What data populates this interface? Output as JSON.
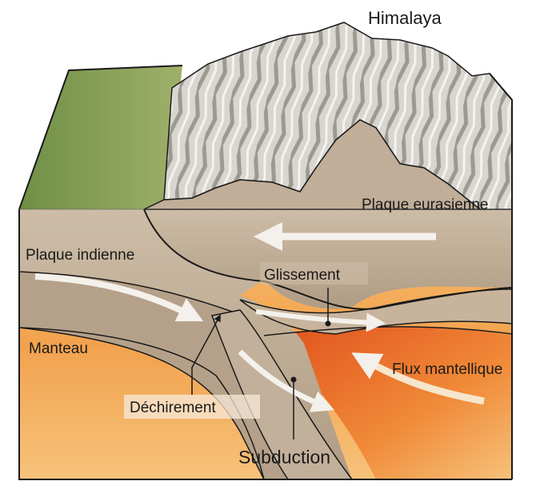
{
  "labels": {
    "himalaya": "Himalaya",
    "plaque_eurasienne": "Plaque eurasienne",
    "plaque_indienne": "Plaque indienne",
    "glissement": "Glissement",
    "manteau": "Manteau",
    "flux_mantellique": "Flux mantellique",
    "dechirement": "Déchirement",
    "subduction": "Subduction"
  },
  "colors": {
    "plain_green": "#8aa35c",
    "crust": "#b8a48c",
    "crust_light": "#c9b8a2",
    "mantle": "#f0a050",
    "mantle_deep": "#e8782a",
    "mountain_light": "#d8d6d0",
    "mountain_dark": "#6e6a62",
    "outline": "#1a1a1a",
    "arrow": "#f4f1ec"
  }
}
